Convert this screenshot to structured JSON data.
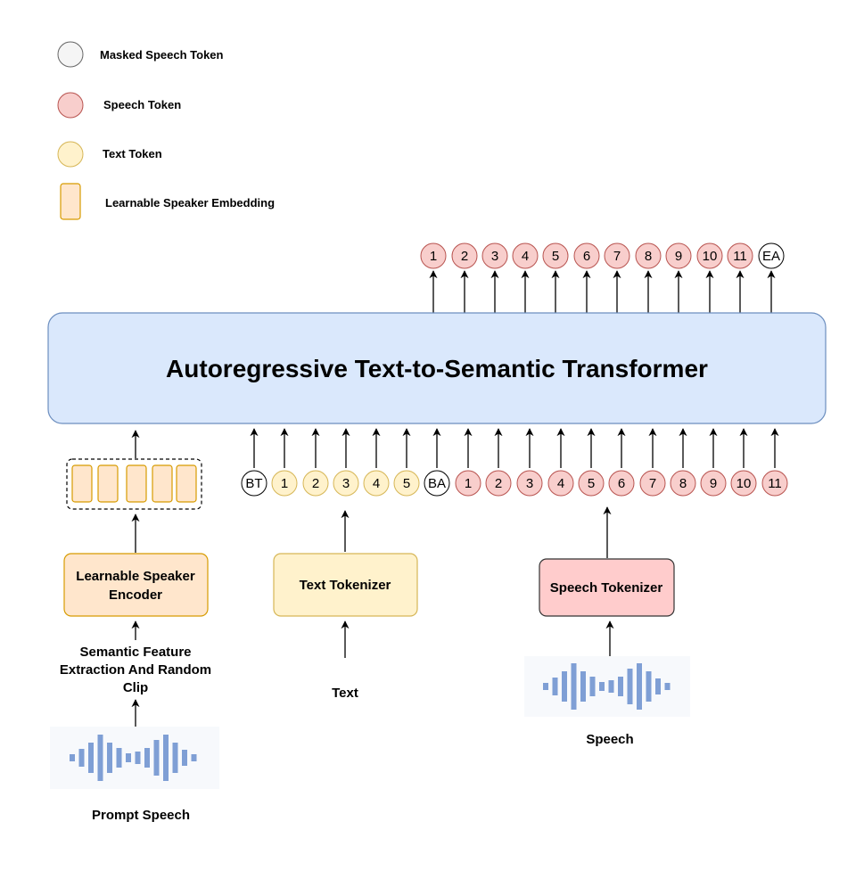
{
  "legend": {
    "masked_speech_token": "Masked Speech Token",
    "speech_token": "Speech Token",
    "text_token": "Text Token",
    "learnable_speaker_embedding": "Learnable Speaker Embedding"
  },
  "transformer": {
    "title": "Autoregressive Text-to-Semantic Transformer"
  },
  "output_tokens": [
    {
      "label": "1",
      "kind": "speech"
    },
    {
      "label": "2",
      "kind": "speech"
    },
    {
      "label": "3",
      "kind": "speech"
    },
    {
      "label": "4",
      "kind": "speech"
    },
    {
      "label": "5",
      "kind": "speech"
    },
    {
      "label": "6",
      "kind": "speech"
    },
    {
      "label": "7",
      "kind": "speech"
    },
    {
      "label": "8",
      "kind": "speech"
    },
    {
      "label": "9",
      "kind": "speech"
    },
    {
      "label": "10",
      "kind": "speech"
    },
    {
      "label": "11",
      "kind": "speech"
    },
    {
      "label": "EA",
      "kind": "special"
    }
  ],
  "input_tokens": [
    {
      "label": "BT",
      "kind": "special"
    },
    {
      "label": "1",
      "kind": "text"
    },
    {
      "label": "2",
      "kind": "text"
    },
    {
      "label": "3",
      "kind": "text"
    },
    {
      "label": "4",
      "kind": "text"
    },
    {
      "label": "5",
      "kind": "text"
    },
    {
      "label": "BA",
      "kind": "special"
    },
    {
      "label": "1",
      "kind": "speech"
    },
    {
      "label": "2",
      "kind": "speech"
    },
    {
      "label": "3",
      "kind": "speech"
    },
    {
      "label": "4",
      "kind": "speech"
    },
    {
      "label": "5",
      "kind": "speech"
    },
    {
      "label": "6",
      "kind": "speech"
    },
    {
      "label": "7",
      "kind": "speech"
    },
    {
      "label": "8",
      "kind": "speech"
    },
    {
      "label": "9",
      "kind": "speech"
    },
    {
      "label": "10",
      "kind": "speech"
    },
    {
      "label": "11",
      "kind": "speech"
    }
  ],
  "speaker_encoder": {
    "line1": "Learnable Speaker",
    "line2": "Encoder"
  },
  "semantic_feature": {
    "line1": "Semantic Feature",
    "line2": "Extraction And Random",
    "line3": "Clip"
  },
  "prompt_speech_label": "Prompt Speech",
  "text_tokenizer": "Text Tokenizer",
  "text_label": "Text",
  "speech_tokenizer": "Speech Tokenizer",
  "speech_label": "Speech",
  "colors": {
    "speech_fill": "#f8cecc",
    "speech_stroke": "#b85450",
    "text_fill": "#fff2cc",
    "text_stroke": "#d6b656",
    "masked_fill": "#f5f5f5",
    "masked_stroke": "#666666",
    "transformer_fill": "#dae8fc",
    "transformer_stroke": "#6c8ebf",
    "speaker_fill": "#ffe6cc",
    "speaker_stroke": "#d79b00",
    "waveform": "#7f9fd5"
  }
}
